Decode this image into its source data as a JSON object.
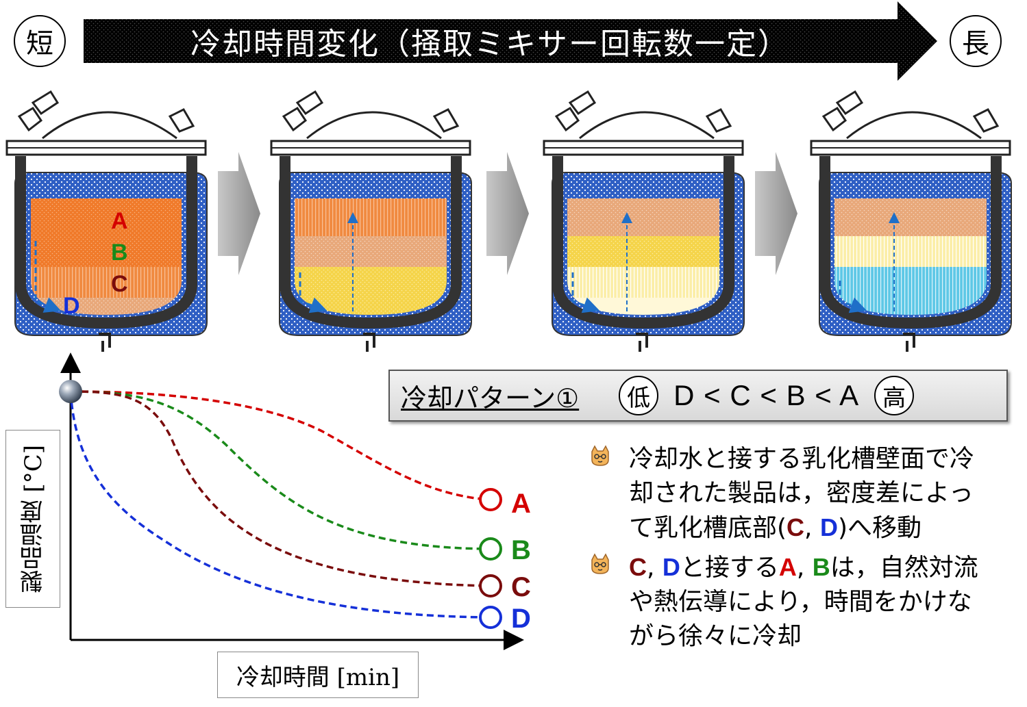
{
  "banner": {
    "left_label": "短",
    "right_label": "長",
    "title": "冷却時間変化（掻取ミキサー回転数一定）"
  },
  "tank_labels": {
    "a": "A",
    "b": "B",
    "c": "C",
    "d": "D"
  },
  "pattern": {
    "title": "冷却パターン①",
    "low": "低",
    "order": "D < C < B < A",
    "high": "高"
  },
  "bullets": {
    "b1_l1": "冷却水と接する乳化槽壁面で冷",
    "b1_l2": "却された製品は，密度差によっ",
    "b1_l3_pre": "て乳化槽底部(",
    "b1_c": "C",
    "b1_sep": ", ",
    "b1_d": "D",
    "b1_l3_post": ")へ移動",
    "b2_c": "C",
    "b2_sep1": ", ",
    "b2_d": "D",
    "b2_mid": "と接する",
    "b2_a": "A",
    "b2_sep2": ", ",
    "b2_b": "B",
    "b2_l1_post": "は，自然対流",
    "b2_l2": "や熱伝導により，時間をかけな",
    "b2_l3": "がら徐々に冷却"
  },
  "chart_data": {
    "type": "line",
    "ylabel": "製品温度 [°C]",
    "xlabel": "冷却時間 [min]",
    "series": [
      {
        "name": "A",
        "color": "#d40000",
        "end_label": "A"
      },
      {
        "name": "B",
        "color": "#1a8a1a",
        "end_label": "B"
      },
      {
        "name": "C",
        "color": "#7a0c0c",
        "end_label": "C"
      },
      {
        "name": "D",
        "color": "#1530d8",
        "end_label": "D"
      }
    ]
  },
  "colors": {
    "jacket": "#2f5fc4",
    "orange": "#f07a2a",
    "tan": "#e8a87a",
    "yellow": "#f5d44a",
    "lightyellow": "#fbe8a0",
    "cyan": "#5fc8e6",
    "arrow": "#1f6fc8"
  }
}
